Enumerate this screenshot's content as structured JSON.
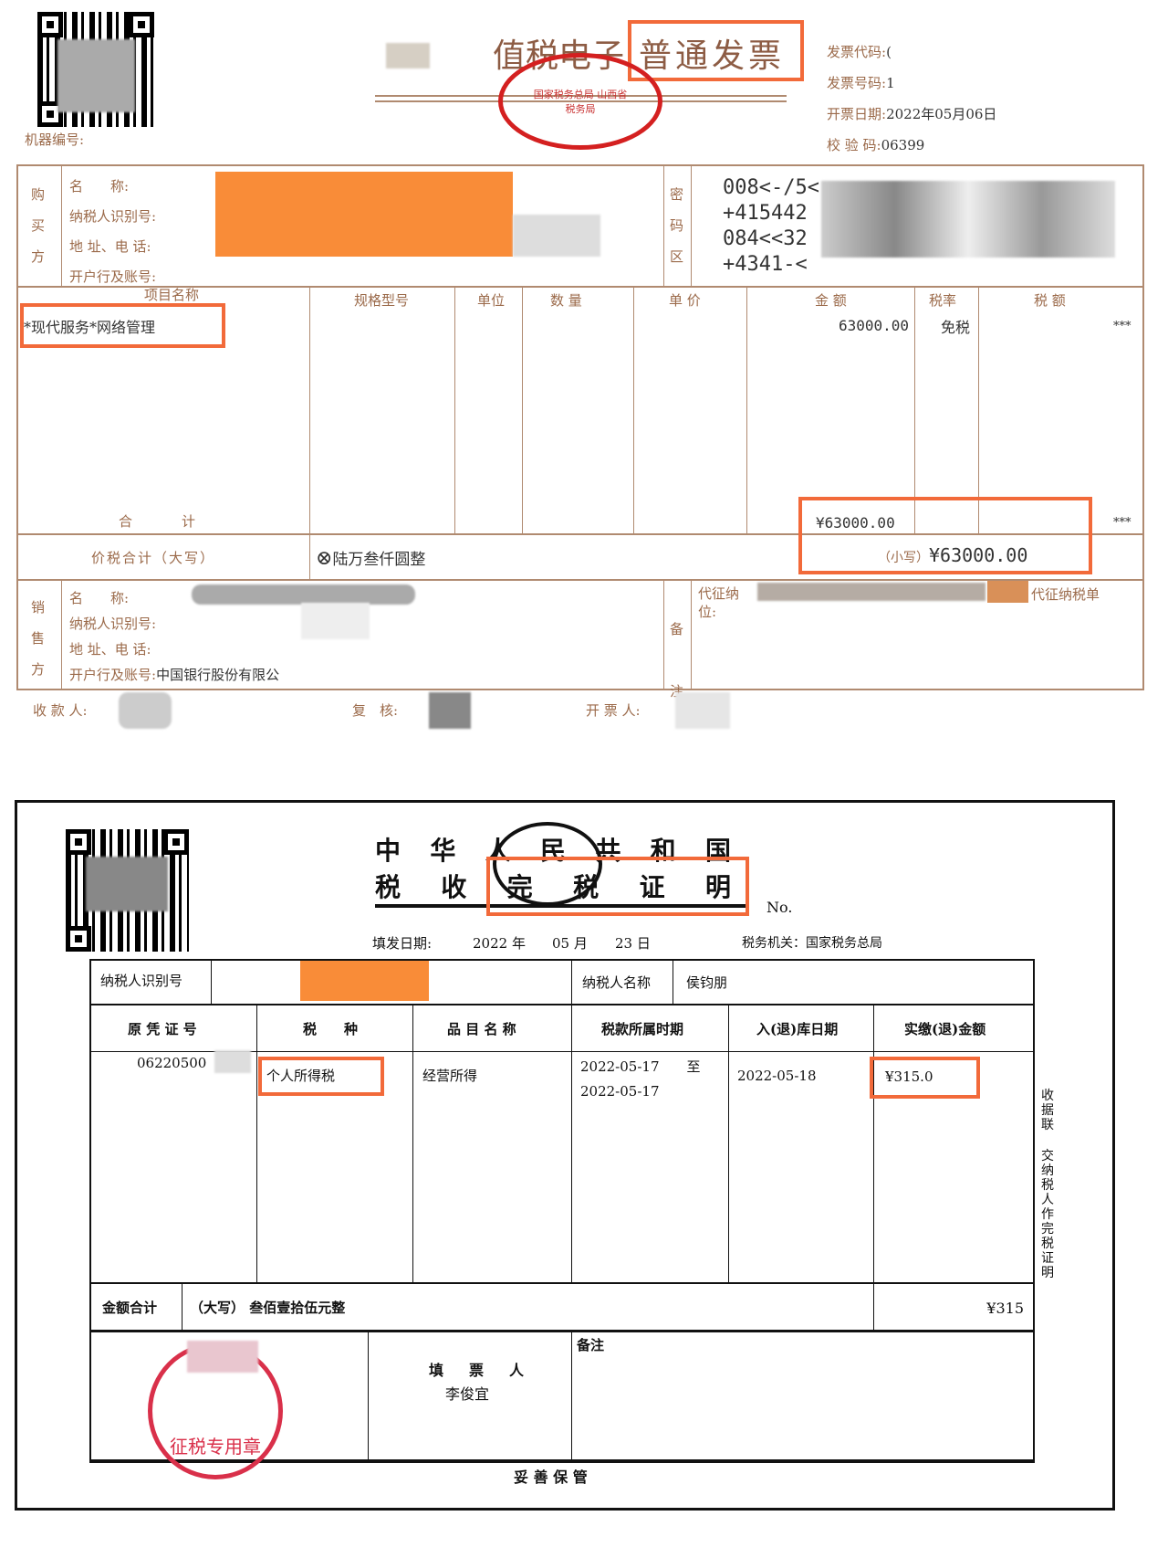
{
  "invoice": {
    "machine_no_label": "机器编号:",
    "title_partial": "值税电子",
    "title_highlight": "普通发票",
    "stamp_text": "国家税务总局 山西省税务局",
    "info": [
      {
        "label": "发票代码:",
        "value": "("
      },
      {
        "label": "发票号码:",
        "value": "1"
      },
      {
        "label": "开票日期:",
        "value": "2022年05月06日"
      },
      {
        "label": "校 验 码:",
        "value": "06399"
      }
    ],
    "buyer": {
      "side_label": [
        "购",
        "买",
        "方"
      ],
      "fields": [
        "名　　称:",
        "纳税人识别号:",
        "地 址、电 话:",
        "开户行及账号:"
      ]
    },
    "cipher": {
      "side_label": [
        "密",
        "码",
        "区"
      ],
      "lines": [
        "008<-/5<",
        "+415442",
        "084<<32",
        "+4341-<"
      ]
    },
    "item_headers": [
      "项目名称",
      "规格型号",
      "单位",
      "数 量",
      "单 价",
      "金 额",
      "税率",
      "税 额"
    ],
    "item": {
      "name": "*现代服务*网络管理",
      "amount": "63000.00",
      "rate": "免税",
      "tax": "***"
    },
    "subtotal": {
      "label": "合　　计",
      "amount": "¥63000.00",
      "tax": "***"
    },
    "total": {
      "label": "价税合计（大写）",
      "uppercase": "陆万叁仟圆整",
      "small_label": "（小写）",
      "small_value": "¥63000.00"
    },
    "seller": {
      "side_label": [
        "销",
        "售",
        "方"
      ],
      "fields": [
        "名　　称:",
        "纳税人识别号:",
        "地 址、电 话:",
        "开户行及账号:"
      ],
      "bank": "中国银行股份有限公"
    },
    "remark": {
      "side_label": [
        "备",
        "注"
      ],
      "text1": "代征纳",
      "text2": "位:",
      "text3": "代征纳税单"
    },
    "footer": [
      "收 款 人:",
      "复　核:",
      "开 票 人:"
    ]
  },
  "certificate": {
    "title_line1": [
      "中",
      "华",
      "人",
      "民",
      "共",
      "和",
      "国"
    ],
    "title_line2_a": [
      "税",
      "收"
    ],
    "title_line2_b": [
      "完",
      "税",
      "证",
      "明"
    ],
    "no_label": "No.",
    "fill_date_label": "填发日期:",
    "year": "2022 年",
    "month": "05 月",
    "day": "23 日",
    "tax_office": "税务机关：国家税务总局",
    "taxpayer_id_label": "纳税人识别号",
    "taxpayer_name_label": "纳税人名称",
    "taxpayer_name": "侯钧朋",
    "headers": [
      "原 凭 证 号",
      "税　　种",
      "品 目 名 称",
      "税款所属时期",
      "入(退)库日期",
      "实缴(退)金额"
    ],
    "row": {
      "voucher": "06220500",
      "tax_type": "个人所得税",
      "item": "经营所得",
      "period_from": "2022-05-17",
      "period_to_label": "至",
      "period_to": "2022-05-17",
      "date": "2022-05-18",
      "amount": "¥315.0"
    },
    "total_label": "金额合计",
    "total_upper": "（大写） 叁佰壹拾伍元整",
    "total_value": "¥315",
    "filler_label": "填　票　人",
    "filler_name": "李俊宜",
    "remark_label": "备注",
    "side_note_a": "收据联",
    "side_note_b": "交纳税人作完税证明",
    "keep_note": "妥 善 保 管",
    "stamp_text": "征税专用章"
  }
}
